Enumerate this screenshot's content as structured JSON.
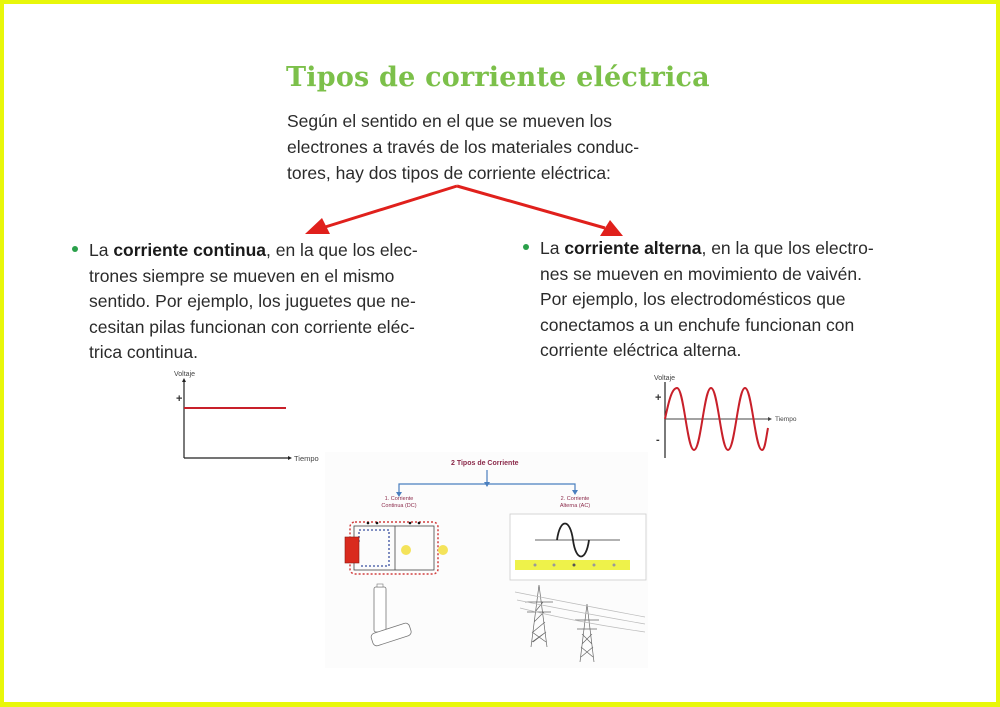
{
  "page": {
    "title": "Tipos de corriente eléctrica",
    "intro_lines": [
      "Según el sentido en el que se mueven los",
      "electrones a través de los materiales conduc-",
      "tores, hay dos tipos de corriente eléctrica:"
    ],
    "accent_colors": {
      "title": "#7cc04a",
      "border": "#e8f70a",
      "arrow": "#e0201c",
      "bullet": "#2aa04a"
    }
  },
  "types": [
    {
      "prefix": "La ",
      "term": "corriente continua",
      "lines": [
        ", en la que los elec-",
        "trones siempre se mueven en el mismo",
        "sentido. Por ejemplo, los juguetes que ne-",
        "cesitan pilas funcionan con corriente eléc-",
        "trica continua."
      ],
      "graph": {
        "y_label": "Voltaje",
        "x_label": "Tiempo",
        "plus": "+"
      }
    },
    {
      "prefix": "La ",
      "term": "corriente alterna",
      "lines": [
        ", en la que los electro-",
        "nes se mueven en movimiento de vaivén.",
        "Por ejemplo, los electrodomésticos que",
        "conectamos a un enchufe funcionan con",
        "corriente eléctrica alterna."
      ],
      "graph": {
        "y_label": "Voltaje",
        "x_label": "Tiempo",
        "plus": "+",
        "minus": "-"
      }
    }
  ],
  "diagram": {
    "title": "2 Tipos de Corriente",
    "branch_dc_line1": "1. Corriente",
    "branch_dc_line2": "Continua (DC)",
    "branch_ac_line1": "2. Corriente",
    "branch_ac_line2": "Alterna (AC)"
  }
}
